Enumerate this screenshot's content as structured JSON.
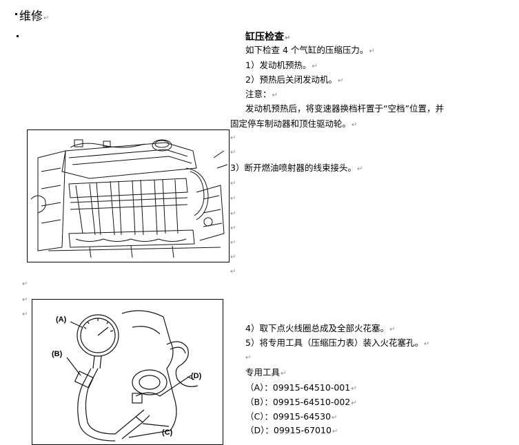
{
  "section": {
    "title": "维修",
    "para_mark": "↵"
  },
  "right": {
    "heading": "缸压检查",
    "intro": "如下检查 4 个气缸的压缩压力。",
    "step1": "1）发动机预热。",
    "step2": "2）预热后关闭发动机。",
    "note_label": "注意：",
    "note_line1": "发动机预热后，将变速器换档杆置于“空档”位置，并",
    "note_line2": "固定停车制动器和顶住驱动轮。",
    "step3": "3）断开燃油喷射器的线束接头。",
    "step4": "4）取下点火线圈总成及全部火花塞。",
    "step5": "5）将专用工具（压缩压力表）装入火花塞孔。",
    "tool_label": "专用工具",
    "tools": [
      "（A）：09915-64510-001",
      "（B）：09915-64510-002",
      "（C）：09915-64530",
      "（D）：09915-67010"
    ]
  },
  "figure2": {
    "labels": [
      "(A)",
      "(B)",
      "(C)",
      "(D)"
    ]
  }
}
